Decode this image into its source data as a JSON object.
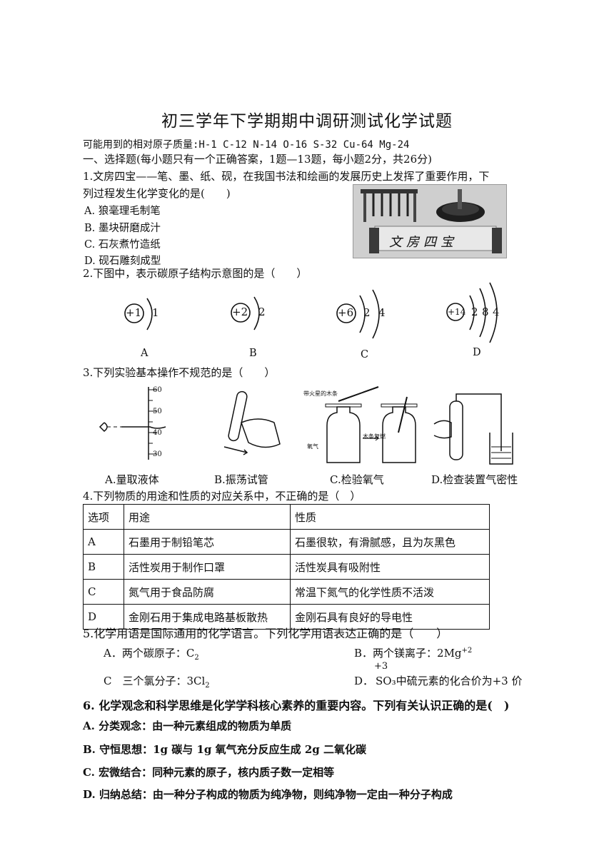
{
  "title": "初三学年下学期期中调研测试化学试题",
  "atomic_masses": "可能用到的相对原子质量:H-1 C-12 N-14 O-16 S-32 Cu-64 Mg-24",
  "section1": "一、选择题(每小题只有一个正确答案，1题—13题，每小题2分，共26分)",
  "q1": {
    "line1": "1.文房四宝——笔、墨、纸、砚，在我国书法和绘画的发展历史上发挥了重要作用，下",
    "line2": "列过程发生化学变化的是(　　)",
    "options": [
      "A. 狼毫理毛制笔",
      "B. 墨块研磨成汁",
      "C. 石灰煮竹造纸",
      "D. 砚石雕刻成型"
    ],
    "photo_text": "文房四宝"
  },
  "q2": {
    "stem": "2.下图中，表示碳原子结构示意图的是（　　）",
    "diagrams": [
      {
        "nucleus": "+1",
        "shells": [
          "1"
        ],
        "label": "A"
      },
      {
        "nucleus": "+2",
        "shells": [
          "2"
        ],
        "label": "B"
      },
      {
        "nucleus": "+6",
        "shells": [
          "2",
          "4"
        ],
        "label": "C"
      },
      {
        "nucleus": "+14",
        "shells": [
          "2",
          "8",
          "4"
        ],
        "label": "D"
      }
    ]
  },
  "q3": {
    "stem": "3.下列实验基本操作不规范的是（　　）",
    "ticks": [
      "60",
      "50",
      "40",
      "30"
    ],
    "labels": [
      "A.量取液体",
      "B.振荡试管",
      "C.检验氧气",
      "D.检查装置气密性"
    ],
    "small_text": [
      "带火星的木条",
      "氧气",
      "木条复燃"
    ]
  },
  "q4": {
    "stem": "4.下列物质的用途和性质的对应关系中，不正确的是（　）",
    "headers": [
      "选项",
      "用途",
      "性质"
    ],
    "rows": [
      [
        "A",
        "石墨用于制铅笔芯",
        "石墨很软，有滑腻感，且为灰黑色"
      ],
      [
        "B",
        "活性炭用于制作口罩",
        "活性炭具有吸附性"
      ],
      [
        "C",
        "氮气用于食品防腐",
        "常温下氮气的化学性质不活泼"
      ],
      [
        "D",
        "金刚石用于集成电路基板散热",
        "金刚石具有良好的导电性"
      ]
    ]
  },
  "q5": {
    "stem": "5.化学用语是国际通用的化学语言。下列化学用语表达正确的是（　　）",
    "a_text": "A．两个碳原子：C",
    "a_sub": "2",
    "b_text": "B．两个镁离子：2Mg",
    "b_sup": "+2",
    "c_text": "C　三个氯分子：3Cl",
    "c_sub": "2",
    "d_sup": "+3",
    "d_s": "S",
    "d_rest": "O₃中硫元素的化合价为+3 价"
  },
  "q6": {
    "stem": "6. 化学观念和科学思维是化学学科核心素养的重要内容。下列有关认识正确的是(　)",
    "options": [
      "A. 分类观念：由一种元素组成的物质为单质",
      "B. 守恒思想：1g 碳与 1g 氧气充分反应生成 2g 二氧化碳",
      "C. 宏微结合：同种元素的原子，核内质子数一定相等",
      "D. 归纳总结：由一种分子构成的物质为纯净物，则纯净物一定由一种分子构成"
    ]
  }
}
